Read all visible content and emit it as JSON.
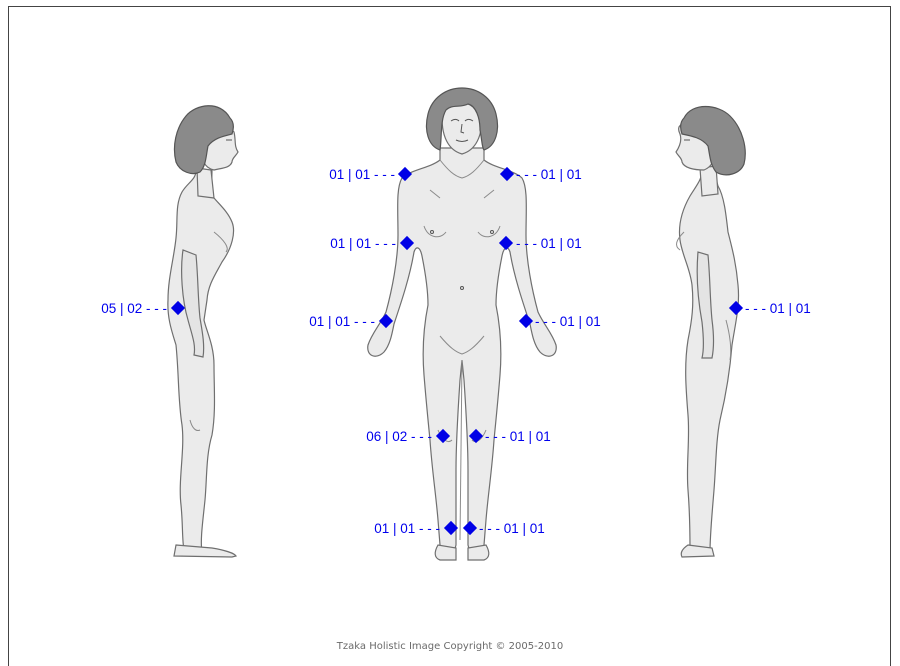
{
  "markers": [
    {
      "id": "front-left-shoulder",
      "label": "01 | 01 - - -"
    },
    {
      "id": "front-right-shoulder",
      "label": "- - - 01 | 01"
    },
    {
      "id": "front-left-elbow",
      "label": "01 | 01 - - -"
    },
    {
      "id": "front-right-elbow",
      "label": "- - - 01 | 01"
    },
    {
      "id": "front-left-wrist",
      "label": "01 | 01 - - -"
    },
    {
      "id": "front-right-wrist",
      "label": "- - - 01 | 01"
    },
    {
      "id": "front-left-knee",
      "label": "06 | 02 - - -"
    },
    {
      "id": "front-right-knee",
      "label": "- - - 01 | 01"
    },
    {
      "id": "front-left-ankle",
      "label": "01 | 01 - - -"
    },
    {
      "id": "front-right-ankle",
      "label": "- - - 01 | 01"
    },
    {
      "id": "left-side-hip",
      "label": "05 | 02 - - -"
    },
    {
      "id": "right-side-hip",
      "label": "- - - 01 | 01"
    }
  ],
  "colors": {
    "marker": "#0000e6",
    "label": "#0000ee",
    "frame": "#444444"
  },
  "footer": {
    "copyright": "Tzaka Holistic Image Copyright © 2005-2010"
  }
}
